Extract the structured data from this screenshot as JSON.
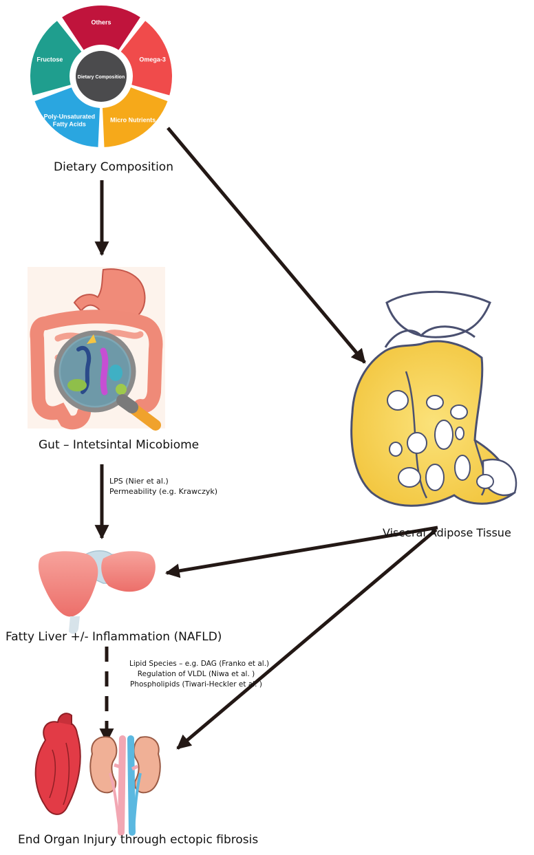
{
  "dietary_wheel": {
    "center_label": "Dietary Composition",
    "segments": [
      {
        "label": "Others",
        "color": "#c0143c"
      },
      {
        "label": "Omega-3",
        "color": "#f04b4b"
      },
      {
        "label": "Micro Nutrients",
        "color": "#f6a91a"
      },
      {
        "label": "Poly-Unsaturated",
        "label2": "Fatty Acids",
        "color": "#2aa6e0"
      },
      {
        "label": "Fructose",
        "color": "#1f9e8e"
      }
    ],
    "center_color": "#4b4b4d"
  },
  "nodes": {
    "dietary_caption": "Dietary Composition",
    "gut_caption": "Gut – Intetsintal Micobiome",
    "adipose_caption": "Visceral Adipose Tissue",
    "liver_caption": "Fatty Liver +/- Inflammation (NAFLD)",
    "organ_caption": "End Organ Injury through ectopic fibrosis"
  },
  "gut_to_liver_notes": [
    "LPS (Nier et al.)",
    "Permeability (e.g. Krawczyk)"
  ],
  "liver_to_organ_notes": [
    "Lipid Species – e.g. DAG (Franko et al.)",
    "Regulation of VLDL (Niwa et al. )",
    "Phospholipids (Tiwari-Heckler et al. )"
  ]
}
